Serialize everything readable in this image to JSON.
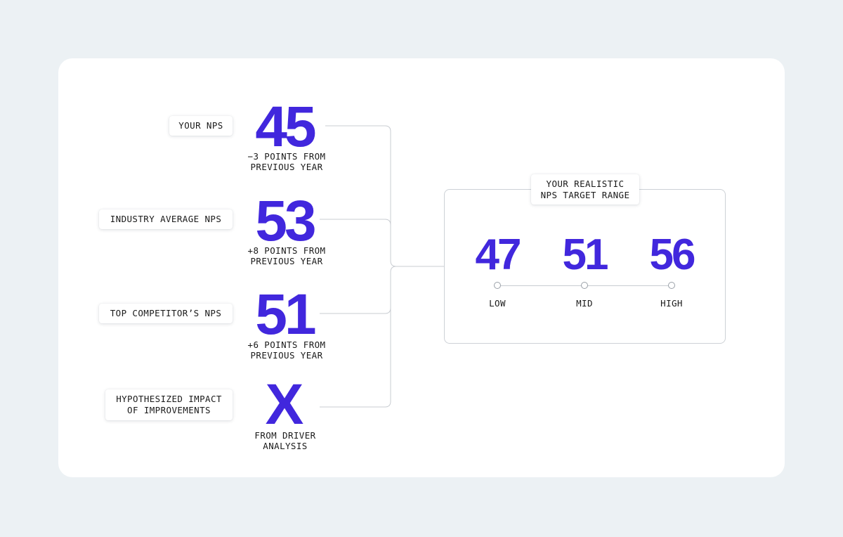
{
  "metrics": [
    {
      "label": "YOUR NPS",
      "value": "45",
      "note": "−3 POINTS FROM\n  PREVIOUS YEAR"
    },
    {
      "label": "INDUSTRY AVERAGE NPS",
      "value": "53",
      "note": "+8 POINTS FROM\n  PREVIOUS YEAR"
    },
    {
      "label": "TOP COMPETITOR’S NPS",
      "value": "51",
      "note": "+6 POINTS FROM\n  PREVIOUS YEAR"
    },
    {
      "label": "HYPOTHESIZED IMPACT\nOF IMPROVEMENTS",
      "value": "X",
      "note": "FROM DRIVER\nANALYSIS"
    }
  ],
  "target": {
    "title": "YOUR REALISTIC\nNPS TARGET RANGE",
    "low_value": "47",
    "mid_value": "51",
    "high_value": "56",
    "low_label": "LOW",
    "mid_label": "MID",
    "high_label": "HIGH"
  },
  "colors": {
    "accent": "#4127dd",
    "background": "#ecf1f4",
    "card": "#ffffff",
    "connector": "#c8ccd1"
  }
}
